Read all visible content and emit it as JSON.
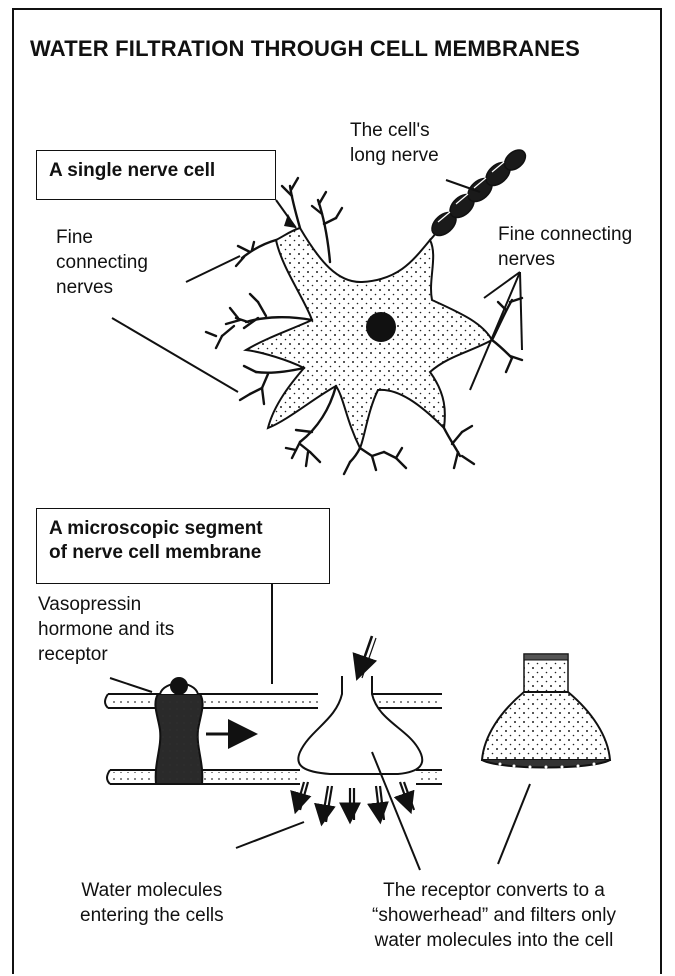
{
  "diagram": {
    "title": "WATER FILTRATION THROUGH CELL MEMBRANES",
    "box_single": "A single nerve cell",
    "box_segment_line1": "A microscopic segment",
    "box_segment_line2": "of nerve cell membrane",
    "label_long_nerve": "The cell's\nlong nerve",
    "label_fine_left": "Fine\nconnecting\nnerves",
    "label_fine_right": "Fine connecting\nnerves",
    "label_vasopressin": "Vasopressin\nhormone and its\nreceptor",
    "label_water": "Water molecules\nentering the cells",
    "label_receptor": "The receptor converts to a\n“showerhead” and filters only\nwater molecules into the cell"
  }
}
